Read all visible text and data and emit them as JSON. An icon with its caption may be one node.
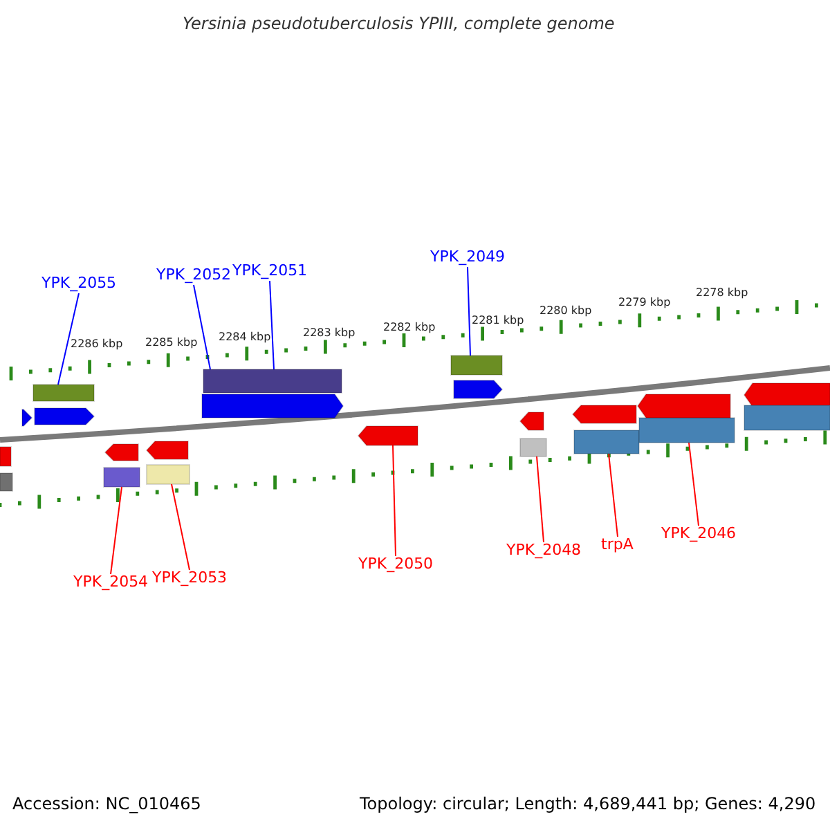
{
  "diagram": {
    "title": "Yersinia pseudotuberculosis YPIII, complete genome",
    "nodes": [
      {
        "text": [
          "YPK_2055"
        ]
      },
      {
        "text": [
          "YPK_2052"
        ]
      },
      {
        "text": [
          "YPK_2051"
        ]
      },
      {
        "text": [
          "YPK_2049"
        ]
      },
      {
        "text": [
          "YPK_2054"
        ]
      },
      {
        "text": [
          "YPK_2053"
        ]
      },
      {
        "text": [
          "YPK_2050"
        ]
      },
      {
        "text": [
          "YPK_2048"
        ]
      },
      {
        "text": [
          "trpA"
        ]
      },
      {
        "text": [
          "YPK_2046"
        ]
      },
      {
        "text": [],
        "shape": "bar"
      },
      {
        "text": [],
        "shape": "bar"
      },
      {
        "text": [],
        "shape": "bar"
      },
      {
        "text": [],
        "shape": "bar"
      },
      {
        "text": [],
        "shape": "bar"
      },
      {
        "text": [],
        "shape": "arrow"
      },
      {
        "text": [],
        "shape": "bar"
      },
      {
        "text": [],
        "shape": "bar"
      },
      {
        "text": [],
        "shape": "bar"
      },
      {
        "text": [],
        "shape": "arrow"
      },
      {
        "text": [],
        "shape": "arrow"
      },
      {
        "text": [],
        "shape": "arrow"
      },
      {
        "text": [],
        "shape": "arrow"
      },
      {
        "text": [],
        "shape": "bar"
      },
      {
        "text": [],
        "shape": "arrow"
      },
      {
        "text": [],
        "shape": "arrow"
      },
      {
        "text": [],
        "shape": "arrow"
      },
      {
        "text": [],
        "shape": "arrow"
      },
      {
        "text": [],
        "shape": "arrow"
      },
      {
        "text": [],
        "shape": "arrow"
      },
      {
        "text": [],
        "shape": "bar"
      },
      {
        "text": [],
        "shape": "bar"
      }
    ],
    "edges": [
      {
        "from": 0,
        "to": 10,
        "arrow": "none",
        "color": "#0000ff"
      },
      {
        "from": 1,
        "to": 11,
        "arrow": "none",
        "color": "#0000ff"
      },
      {
        "from": 2,
        "to": 11,
        "arrow": "none",
        "color": "#0000ff"
      },
      {
        "from": 3,
        "to": 12,
        "arrow": "none",
        "color": "#0000ff"
      },
      {
        "from": 4,
        "to": 13,
        "arrow": "none"
      },
      {
        "from": 5,
        "to": 14,
        "arrow": "none"
      },
      {
        "from": 6,
        "to": 15,
        "arrow": "none"
      },
      {
        "from": 7,
        "to": 16,
        "arrow": "none"
      },
      {
        "from": 8,
        "to": 17,
        "arrow": "none"
      },
      {
        "from": 9,
        "to": 18,
        "arrow": "none"
      }
    ],
    "labels": [
      "2286 kbp",
      "2285 kbp",
      "2284 kbp",
      "2283 kbp",
      "2282 kbp",
      "2281 kbp",
      "2280 kbp",
      "2279 kbp",
      "2278 kbp",
      "Accession: NC_010465",
      "Topology: circular; Length: 4,689,441 bp; Genes: 4,290"
    ]
  }
}
